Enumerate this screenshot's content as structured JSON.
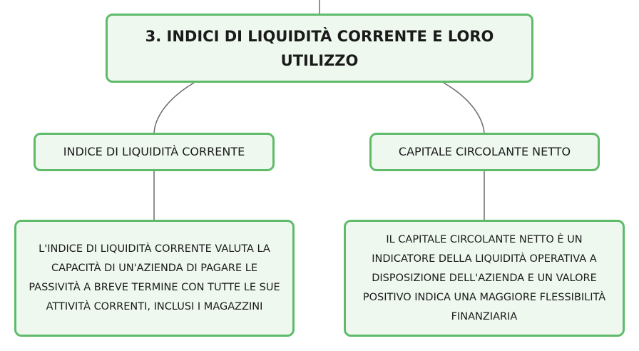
{
  "colors": {
    "node_fill": "#eef8ef",
    "node_border": "#5fbb6a",
    "connector": "#6b6b6b",
    "text": "#1a1a1a"
  },
  "root": {
    "label": "3. INDICI DI LIQUIDITÀ CORRENTE E LORO UTILIZZO"
  },
  "branches": [
    {
      "label": "INDICE DI LIQUIDITÀ CORRENTE",
      "detail": "L'INDICE DI LIQUIDITÀ CORRENTE VALUTA LA CAPACITÀ DI UN'AZIENDA DI PAGARE LE PASSIVITÀ A BREVE TERMINE CON TUTTE LE SUE ATTIVITÀ CORRENTI, INCLUSI I MAGAZZINI"
    },
    {
      "label": "CAPITALE CIRCOLANTE NETTO",
      "detail": "IL CAPITALE CIRCOLANTE NETTO È UN INDICATORE DELLA LIQUIDITÀ OPERATIVA A DISPOSIZIONE DELL'AZIENDA E UN VALORE POSITIVO INDICA UNA MAGGIORE FLESSIBILITÀ FINANZIARIA"
    }
  ]
}
